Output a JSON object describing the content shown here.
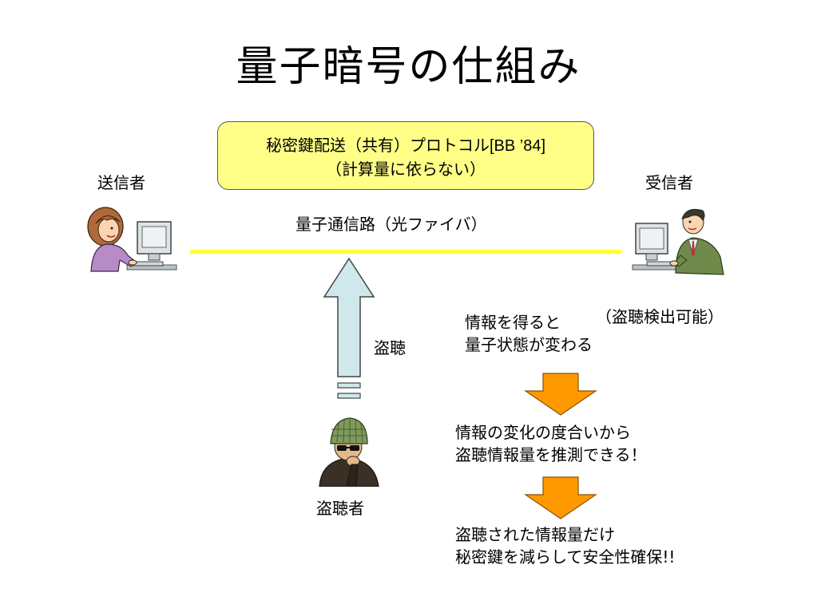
{
  "slide": {
    "title": "量子暗号の仕組み"
  },
  "protocol_box": {
    "line1_main": "秘密鍵配送（共有）プロトコル",
    "line1_ref": "[BB ’84]",
    "line2": "（計算量に依らない）",
    "fill_color": "#ffff88"
  },
  "sender": {
    "label": "送信者"
  },
  "receiver": {
    "label": "受信者"
  },
  "eavesdropper": {
    "label": "盗聴者"
  },
  "channel": {
    "label": "量子通信路（光ファイバ）",
    "color": "#ffff33"
  },
  "eavesdrop_arrow": {
    "label": "盗聴",
    "fill_color": "#cfe8ec"
  },
  "detection_note": "（盗聴検出可能）",
  "steps": {
    "step1": [
      "情報を得ると",
      "量子状態が変わる"
    ],
    "step2": [
      "情報の変化の度合いから",
      "盗聴情報量を推測できる！"
    ],
    "step3": [
      "盗聴された情報量だけ",
      "秘密鍵を減らして安全性確保!!"
    ]
  },
  "step_arrow_color": "#ff9900",
  "icons": {
    "sender": "woman-at-computer-icon",
    "receiver": "man-at-computer-icon",
    "eavesdropper": "eavesdropper-in-cap-icon",
    "arrow_up": "up-arrow-icon",
    "arrow_down": "down-arrow-icon"
  }
}
